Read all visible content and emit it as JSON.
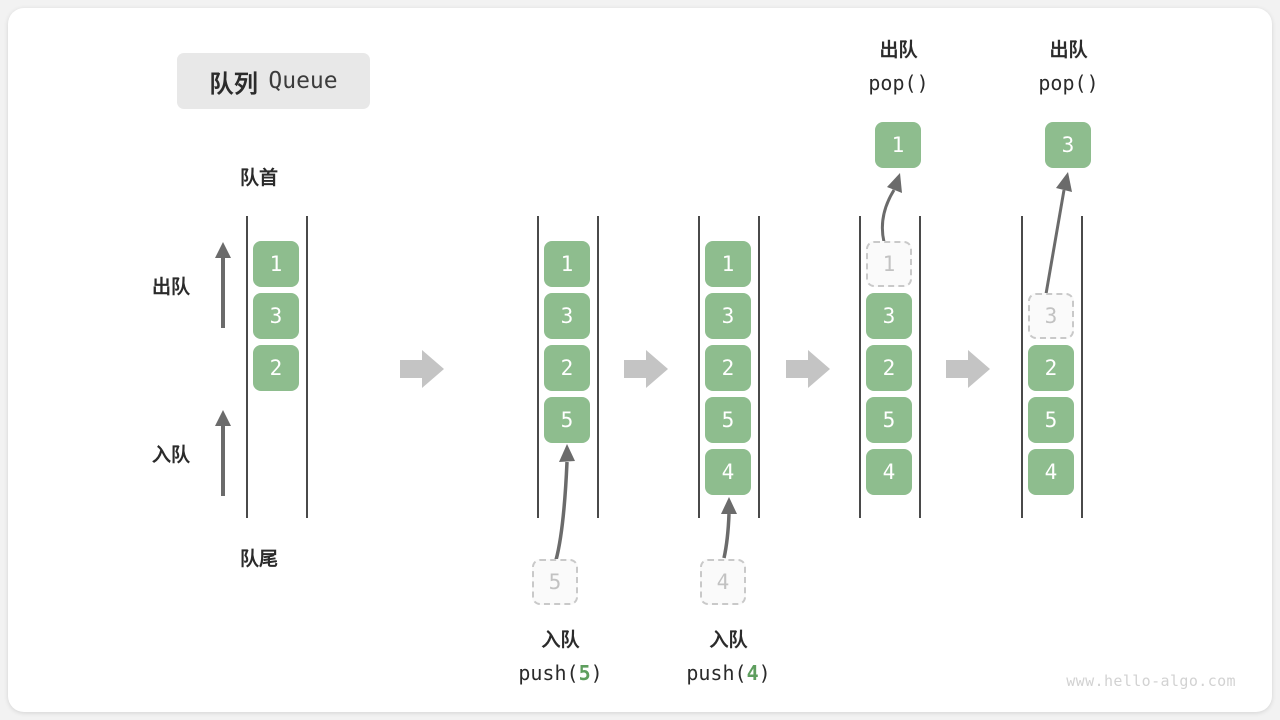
{
  "title": {
    "cn": "队列",
    "en": "Queue"
  },
  "labels": {
    "front": "队首",
    "rear": "队尾",
    "dequeue": "出队",
    "enqueue": "入队"
  },
  "colors": {
    "box_fill": "#8ebd8e",
    "box_text": "#ffffff",
    "ghost_border": "#c9c9c9",
    "ghost_text": "#c2c2c2",
    "rail": "#4a4a4a",
    "arrow": "#6b6b6b",
    "step_arrow": "#c4c4c4",
    "accent_num": "#5e9e5e",
    "badge_bg": "#e8e8e8",
    "card_bg": "#ffffff",
    "page_bg": "#f2f2f2"
  },
  "stages": [
    {
      "name": "initial",
      "items": [
        "1",
        "3",
        "2"
      ],
      "ghost_index": null,
      "op_label": null,
      "incoming": null,
      "popped": null
    },
    {
      "name": "push-5",
      "items": [
        "1",
        "3",
        "2",
        "5"
      ],
      "ghost_index": null,
      "op_label": {
        "cn": "入队",
        "code_prefix": "push(",
        "code_num": "5",
        "code_suffix": ")"
      },
      "incoming": "5",
      "popped": null
    },
    {
      "name": "push-4",
      "items": [
        "1",
        "3",
        "2",
        "5",
        "4"
      ],
      "ghost_index": null,
      "op_label": {
        "cn": "入队",
        "code_prefix": "push(",
        "code_num": "4",
        "code_suffix": ")"
      },
      "incoming": "4",
      "popped": null
    },
    {
      "name": "pop-1",
      "items": [
        "1",
        "3",
        "2",
        "5",
        "4"
      ],
      "ghost_index": 0,
      "op_label": {
        "cn": "出队",
        "code_prefix": "pop(",
        "code_num": "",
        "code_suffix": ")"
      },
      "incoming": null,
      "popped": "1"
    },
    {
      "name": "pop-3",
      "items": [
        "",
        "3",
        "2",
        "5",
        "4"
      ],
      "ghost_index": 1,
      "op_label": {
        "cn": "出队",
        "code_prefix": "pop(",
        "code_num": "",
        "code_suffix": ")"
      },
      "incoming": null,
      "popped": "3"
    }
  ],
  "watermark": "www.hello-algo.com"
}
